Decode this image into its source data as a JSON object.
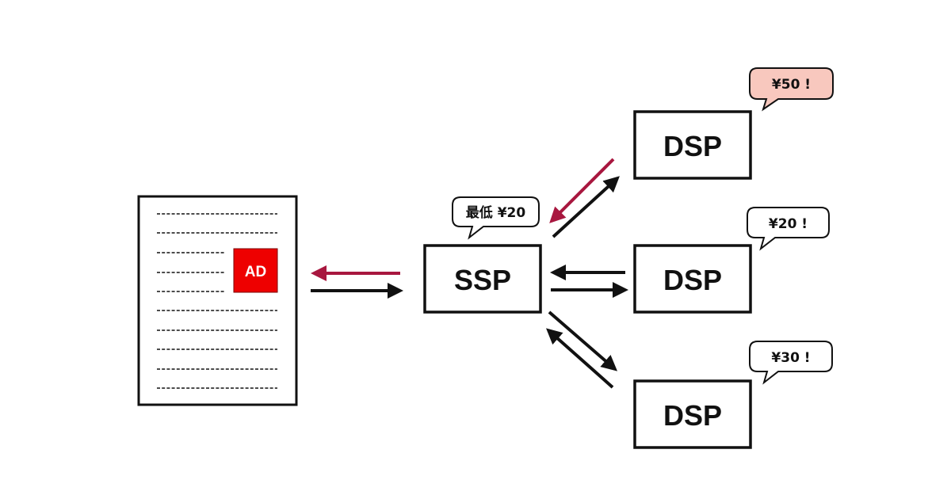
{
  "colors": {
    "ink": "#111111",
    "response_arrow": "#a8173f",
    "ad_block": "#ee0000",
    "winning_bubble_fill": "#f8c8be",
    "bubble_fill": "#ffffff",
    "background": "#ffffff"
  },
  "page_document": {
    "ad_label": "AD",
    "text_line_count": 10
  },
  "ssp": {
    "label": "SSP",
    "floor_bubble": "最低 ¥20"
  },
  "dsps": [
    {
      "label": "DSP",
      "bid": "¥50 !",
      "winner": true
    },
    {
      "label": "DSP",
      "bid": "¥20 !",
      "winner": false
    },
    {
      "label": "DSP",
      "bid": "¥30 !",
      "winner": false
    }
  ]
}
